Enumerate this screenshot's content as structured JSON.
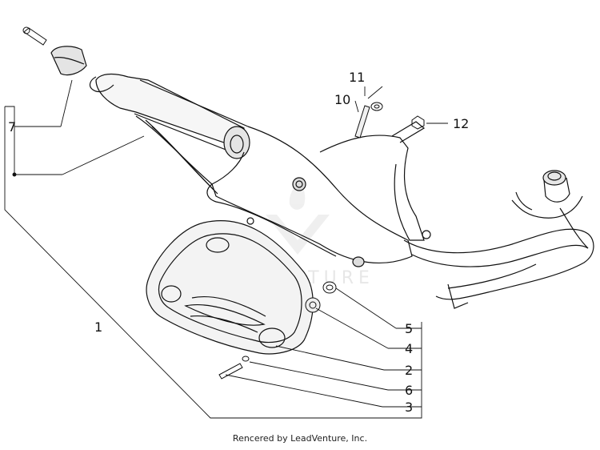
{
  "diagram": {
    "callouts": [
      {
        "id": "7",
        "label": "7"
      },
      {
        "id": "1",
        "label": "1"
      },
      {
        "id": "11",
        "label": "11"
      },
      {
        "id": "10",
        "label": "10"
      },
      {
        "id": "12",
        "label": "12"
      },
      {
        "id": "5",
        "label": "5"
      },
      {
        "id": "4",
        "label": "4"
      },
      {
        "id": "2",
        "label": "2"
      },
      {
        "id": "6",
        "label": "6"
      },
      {
        "id": "3",
        "label": "3"
      }
    ],
    "watermark": "LEADVENTURE"
  },
  "footer": {
    "text": "Rencered by LeadVenture, Inc."
  },
  "colors": {
    "line": "#111111",
    "shade": "#cfcfcf",
    "watermark": "#d4d4d4"
  }
}
